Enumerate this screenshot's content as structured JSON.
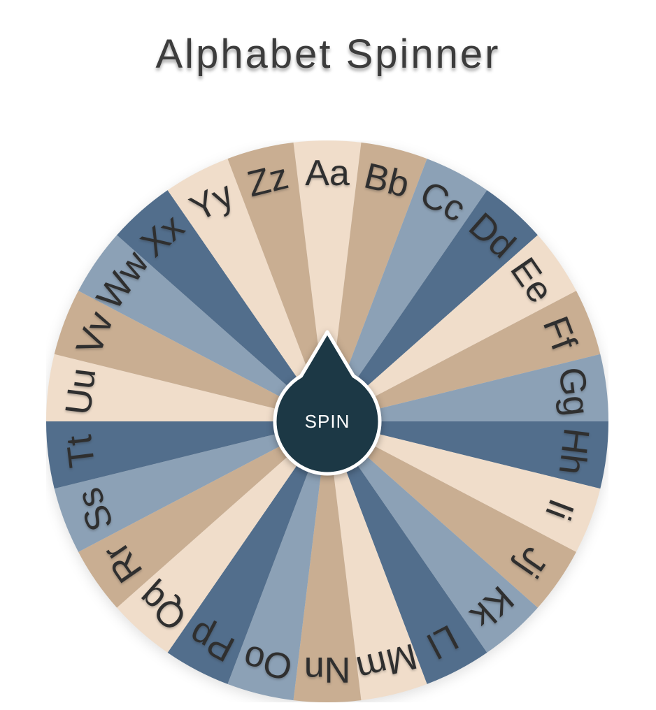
{
  "title": "Alphabet Spinner",
  "colors": {
    "background": "#ffffff",
    "title_text": "#3c3c3c"
  },
  "wheel": {
    "spin_label": "SPIN",
    "segment_count": 26,
    "label_color": "#2f2f2f",
    "palette": {
      "cream": "#f0ddca",
      "tan": "#c9ae92",
      "slate_blue": "#8ca1b6",
      "navy_blue": "#526e8c"
    },
    "hub": {
      "fill": "#1c3845",
      "border": "#ffffff",
      "label_color": "#ffffff"
    },
    "segments": [
      {
        "label": "Aa",
        "color": "#f0ddca"
      },
      {
        "label": "Bb",
        "color": "#c9ae92"
      },
      {
        "label": "Cc",
        "color": "#8ca1b6"
      },
      {
        "label": "Dd",
        "color": "#526e8c"
      },
      {
        "label": "Ee",
        "color": "#f0ddca"
      },
      {
        "label": "Ff",
        "color": "#c9ae92"
      },
      {
        "label": "Gg",
        "color": "#8ca1b6"
      },
      {
        "label": "Hh",
        "color": "#526e8c"
      },
      {
        "label": "Ii",
        "color": "#f0ddca"
      },
      {
        "label": "Jj",
        "color": "#c9ae92"
      },
      {
        "label": "Kk",
        "color": "#8ca1b6"
      },
      {
        "label": "Ll",
        "color": "#526e8c"
      },
      {
        "label": "Mm",
        "color": "#f0ddca"
      },
      {
        "label": "Nn",
        "color": "#c9ae92"
      },
      {
        "label": "Oo",
        "color": "#8ca1b6"
      },
      {
        "label": "Pp",
        "color": "#526e8c"
      },
      {
        "label": "Qq",
        "color": "#f0ddca"
      },
      {
        "label": "Rr",
        "color": "#c9ae92"
      },
      {
        "label": "Ss",
        "color": "#8ca1b6"
      },
      {
        "label": "Tt",
        "color": "#526e8c"
      },
      {
        "label": "Uu",
        "color": "#f0ddca"
      },
      {
        "label": "Vv",
        "color": "#c9ae92"
      },
      {
        "label": "Ww",
        "color": "#8ca1b6"
      },
      {
        "label": "Xx",
        "color": "#526e8c"
      },
      {
        "label": "Yy",
        "color": "#f0ddca"
      },
      {
        "label": "Zz",
        "color": "#c9ae92"
      }
    ]
  }
}
